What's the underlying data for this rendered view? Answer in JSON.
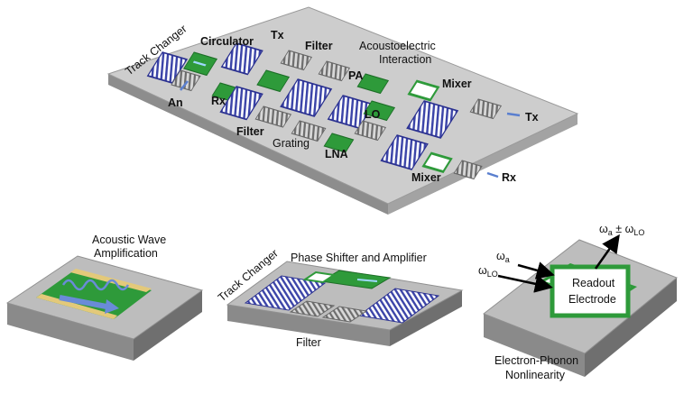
{
  "main_chip": {
    "labels": {
      "track_changer": "Track Changer",
      "circulator": "Circulator",
      "tx_top": "Tx",
      "filter_top": "Filter",
      "acoustoelectric_line1": "Acoustoelectric",
      "acoustoelectric_line2": "Interaction",
      "pa": "PA",
      "mixer_top": "Mixer",
      "an": "An",
      "rx_left": "Rx",
      "lo": "LO",
      "tx_right": "Tx",
      "filter_bottom": "Filter",
      "grating": "Grating",
      "lna": "LNA",
      "mixer_bottom": "Mixer",
      "rx_right": "Rx"
    }
  },
  "amplification_chip": {
    "title_line1": "Acoustic Wave",
    "title_line2": "Amplification"
  },
  "phase_chip": {
    "title": "Phase Shifter and Amplifier",
    "track_changer": "Track Changer",
    "filter": "Filter"
  },
  "nonlinear_chip": {
    "omega_out": "ω",
    "omega_out_sub1": "a",
    "omega_out_pm": " ± ω",
    "omega_out_sub2": "LO",
    "omega_a": "ω",
    "omega_a_sub": "a",
    "omega_lo": "ω",
    "omega_lo_sub": "LO",
    "electrode_line1": "Readout",
    "electrode_line2": "Electrode",
    "caption_line1": "Electron-Phonon",
    "caption_line2": "Nonlinearity"
  },
  "colors": {
    "substrate_top": "#c9c9c9",
    "substrate_side": "#8d8d8d",
    "idt_blue": "#3b44a8",
    "green": "#2e9a3a",
    "gray_idt": "#7a7a7a"
  }
}
